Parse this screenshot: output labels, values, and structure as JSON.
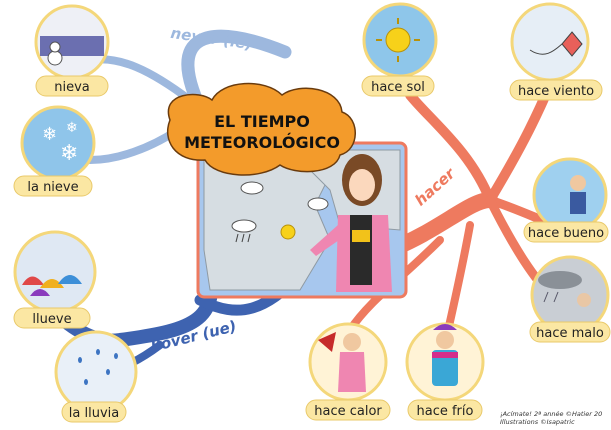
{
  "title": {
    "line1": "EL TIEMPO",
    "line2": "METEOROLÓGICO"
  },
  "branches": {
    "nevar": "nevar (ie)",
    "llover": "llover (ue)",
    "hacer": "hacer"
  },
  "items": {
    "nieva": "nieva",
    "la_nieve": "la nieve",
    "llueve": "llueve",
    "la_lluvia": "la lluvia",
    "hace_sol": "hace sol",
    "hace_viento": "hace viento",
    "hace_bueno": "hace bueno",
    "hace_malo": "hace malo",
    "hace_calor": "hace calor",
    "hace_frio": "hace frío"
  },
  "credit": {
    "line1": "¡Acímate! 2ª année ©Hatier 20",
    "line2": "Illustrations ©Isapatric"
  },
  "colors": {
    "nevar_branch": "#9db8de",
    "llover_branch": "#3e63b0",
    "hacer_branch": "#ee7a5f",
    "title_bubble": "#f39b2b",
    "label_pill": "#fbe7a3",
    "map_frame": "#a7c7ee"
  }
}
